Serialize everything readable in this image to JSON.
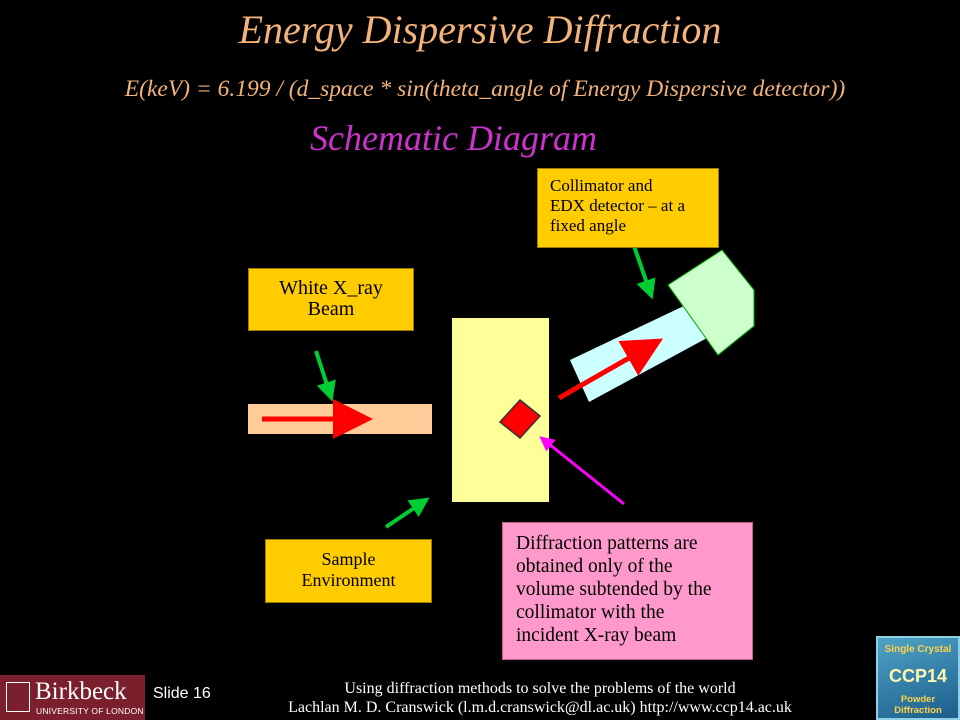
{
  "slide": {
    "title": "Energy Dispersive Diffraction",
    "formula": "E(keV) = 6.199 / (d_space * sin(theta_angle of Energy Dispersive detector))",
    "subtitle": "Schematic Diagram",
    "slide_number": "Slide 16"
  },
  "labels": {
    "white_beam": [
      "White X_ray",
      "Beam"
    ],
    "collimator": [
      "Collimator and",
      "EDX detector – at a",
      "fixed angle"
    ],
    "sample_env": [
      "Sample",
      "Environment"
    ],
    "diffraction": [
      "Diffraction patterns are",
      "obtained only of the",
      "volume subtended by the",
      "collimator with the",
      "incident X-ray beam"
    ]
  },
  "colors": {
    "title": "#f4b37a",
    "subtitle": "#cc33cc",
    "label_box": "#ffcc00",
    "note_box": "#ff99cc",
    "beam": "#ffcc99",
    "sample_environment": "#ffff99",
    "collimator_tube": "#ccffff",
    "detector": "#ccffcc",
    "arrow_red": "#ff0000",
    "arrow_green": "#00cc33",
    "arrow_magenta": "#ff00ff"
  },
  "footer": {
    "line1": "Using diffraction methods to solve the problems of the world",
    "line2": "Lachlan M. D. Cranswick (l.m.d.cranswick@dl.ac.uk) http://www.ccp14.ac.uk"
  },
  "logos": {
    "birkbeck": {
      "name": "Birkbeck",
      "sub": "UNIVERSITY OF LONDON"
    },
    "ccp14": {
      "line1": "Single Crystal",
      "line2": "CCP14",
      "line3": "Powder Diffraction"
    }
  }
}
